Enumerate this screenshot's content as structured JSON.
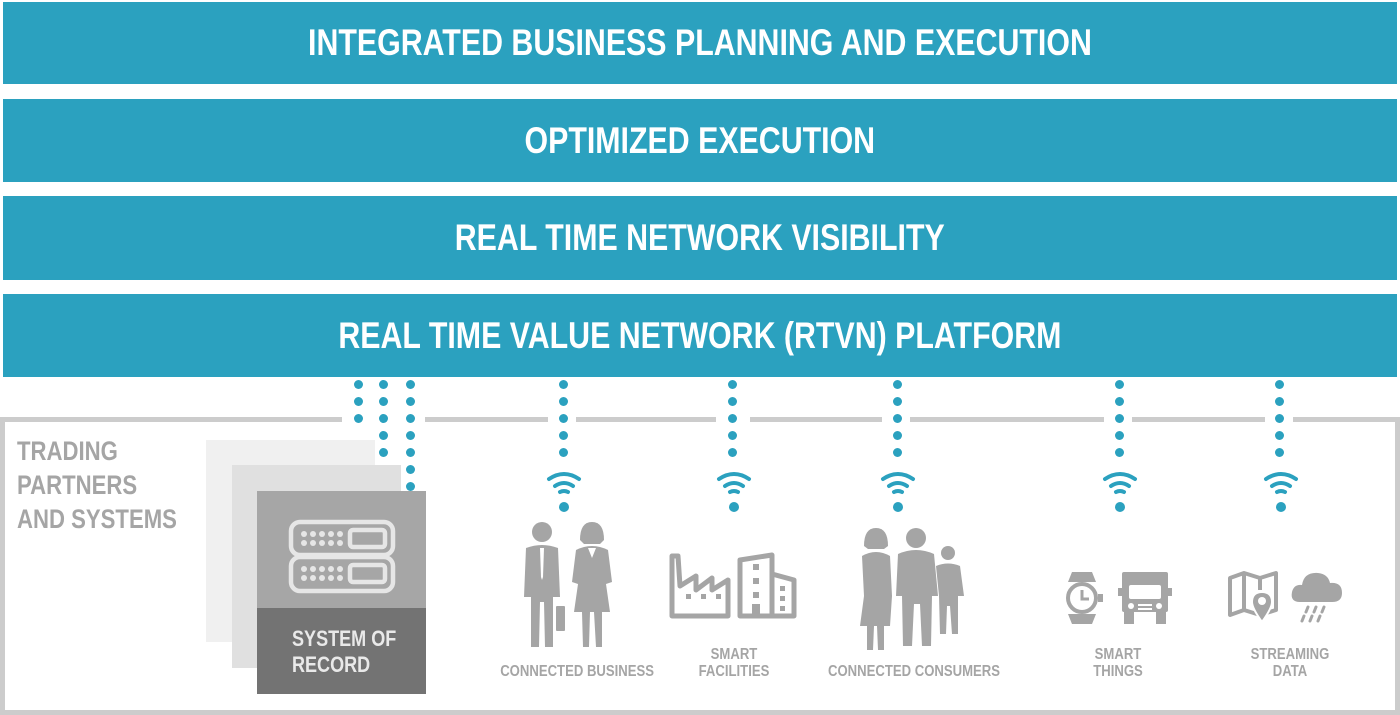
{
  "layers": [
    {
      "label": "INTEGRATED BUSINESS PLANNING AND EXECUTION"
    },
    {
      "label": "OPTIMIZED EXECUTION"
    },
    {
      "label": "REAL TIME NETWORK VISIBILITY"
    },
    {
      "label": "REAL TIME VALUE NETWORK (RTVN) PLATFORM"
    }
  ],
  "trading_partners": {
    "title_lines": [
      "TRADING",
      "PARTNERS",
      "AND SYSTEMS"
    ],
    "system_of_record": {
      "label_lines": [
        "SYSTEM OF",
        "RECORD"
      ],
      "icon": "server-icon"
    }
  },
  "endpoints": [
    {
      "label_lines": [
        "CONNECTED BUSINESS"
      ],
      "icons": [
        "businessman-icon",
        "businesswoman-icon"
      ],
      "signal_icon": "wifi-icon"
    },
    {
      "label_lines": [
        "SMART",
        "FACILITIES"
      ],
      "icons": [
        "factory-icon",
        "building-icon"
      ],
      "signal_icon": "wifi-icon"
    },
    {
      "label_lines": [
        "CONNECTED CONSUMERS"
      ],
      "icons": [
        "family-icon"
      ],
      "signal_icon": "wifi-icon"
    },
    {
      "label_lines": [
        "SMART",
        "THINGS"
      ],
      "icons": [
        "watch-icon",
        "truck-icon"
      ],
      "signal_icon": "wifi-icon"
    },
    {
      "label_lines": [
        "STREAMING",
        "DATA"
      ],
      "icons": [
        "map-icon",
        "rain-cloud-icon"
      ],
      "signal_icon": "wifi-icon"
    }
  ],
  "colors": {
    "accent": "#2ba1bf",
    "frame": "#cccccc",
    "icon_gray": "#a5a5a5",
    "record_dark": "#737373"
  }
}
